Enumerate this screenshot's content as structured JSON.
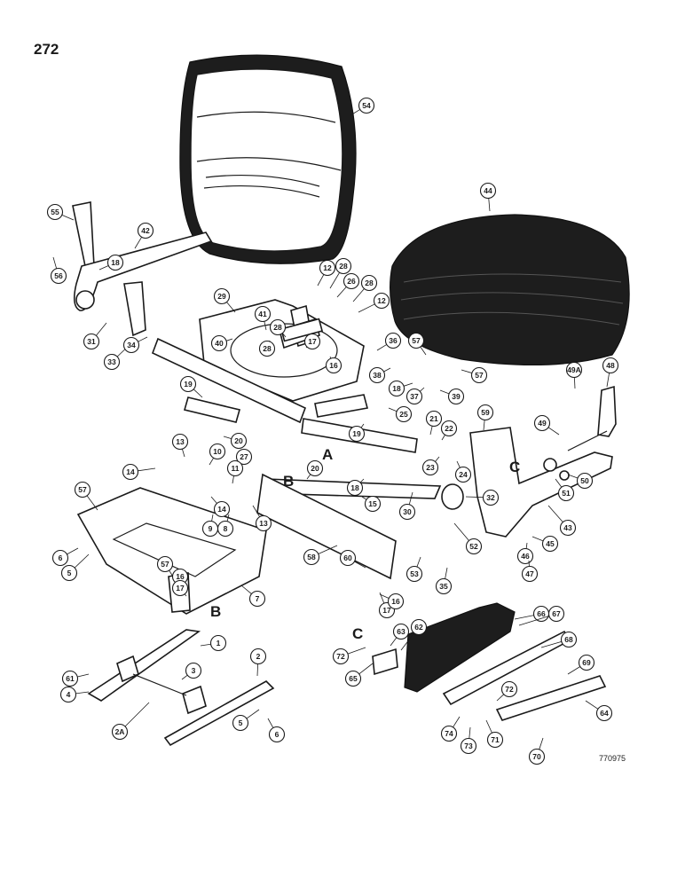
{
  "page": {
    "number": "272",
    "drawing_id": "770975"
  },
  "ref_letters": [
    "A",
    "A",
    "B",
    "B",
    "C",
    "C"
  ],
  "callouts": [
    "54",
    "44",
    "55",
    "56",
    "42",
    "18",
    "12",
    "28",
    "26",
    "28",
    "12",
    "29",
    "41",
    "28",
    "40",
    "28",
    "31",
    "33",
    "34",
    "17",
    "16",
    "36",
    "57",
    "57",
    "38",
    "18",
    "37",
    "39",
    "19",
    "20",
    "19",
    "25",
    "21",
    "22",
    "59",
    "48",
    "49A",
    "49",
    "23",
    "24",
    "50",
    "51",
    "13",
    "10",
    "27",
    "11",
    "14",
    "20",
    "18",
    "15",
    "30",
    "32",
    "43",
    "57",
    "6",
    "5",
    "14",
    "9",
    "8",
    "13",
    "52",
    "45",
    "46",
    "47",
    "58",
    "60",
    "53",
    "35",
    "57",
    "17",
    "16",
    "7",
    "16",
    "17",
    "1",
    "61",
    "4",
    "2",
    "3",
    "2A",
    "5",
    "6",
    "66",
    "67",
    "72",
    "63",
    "62",
    "68",
    "65",
    "69",
    "72",
    "64",
    "74",
    "73",
    "71",
    "70"
  ]
}
